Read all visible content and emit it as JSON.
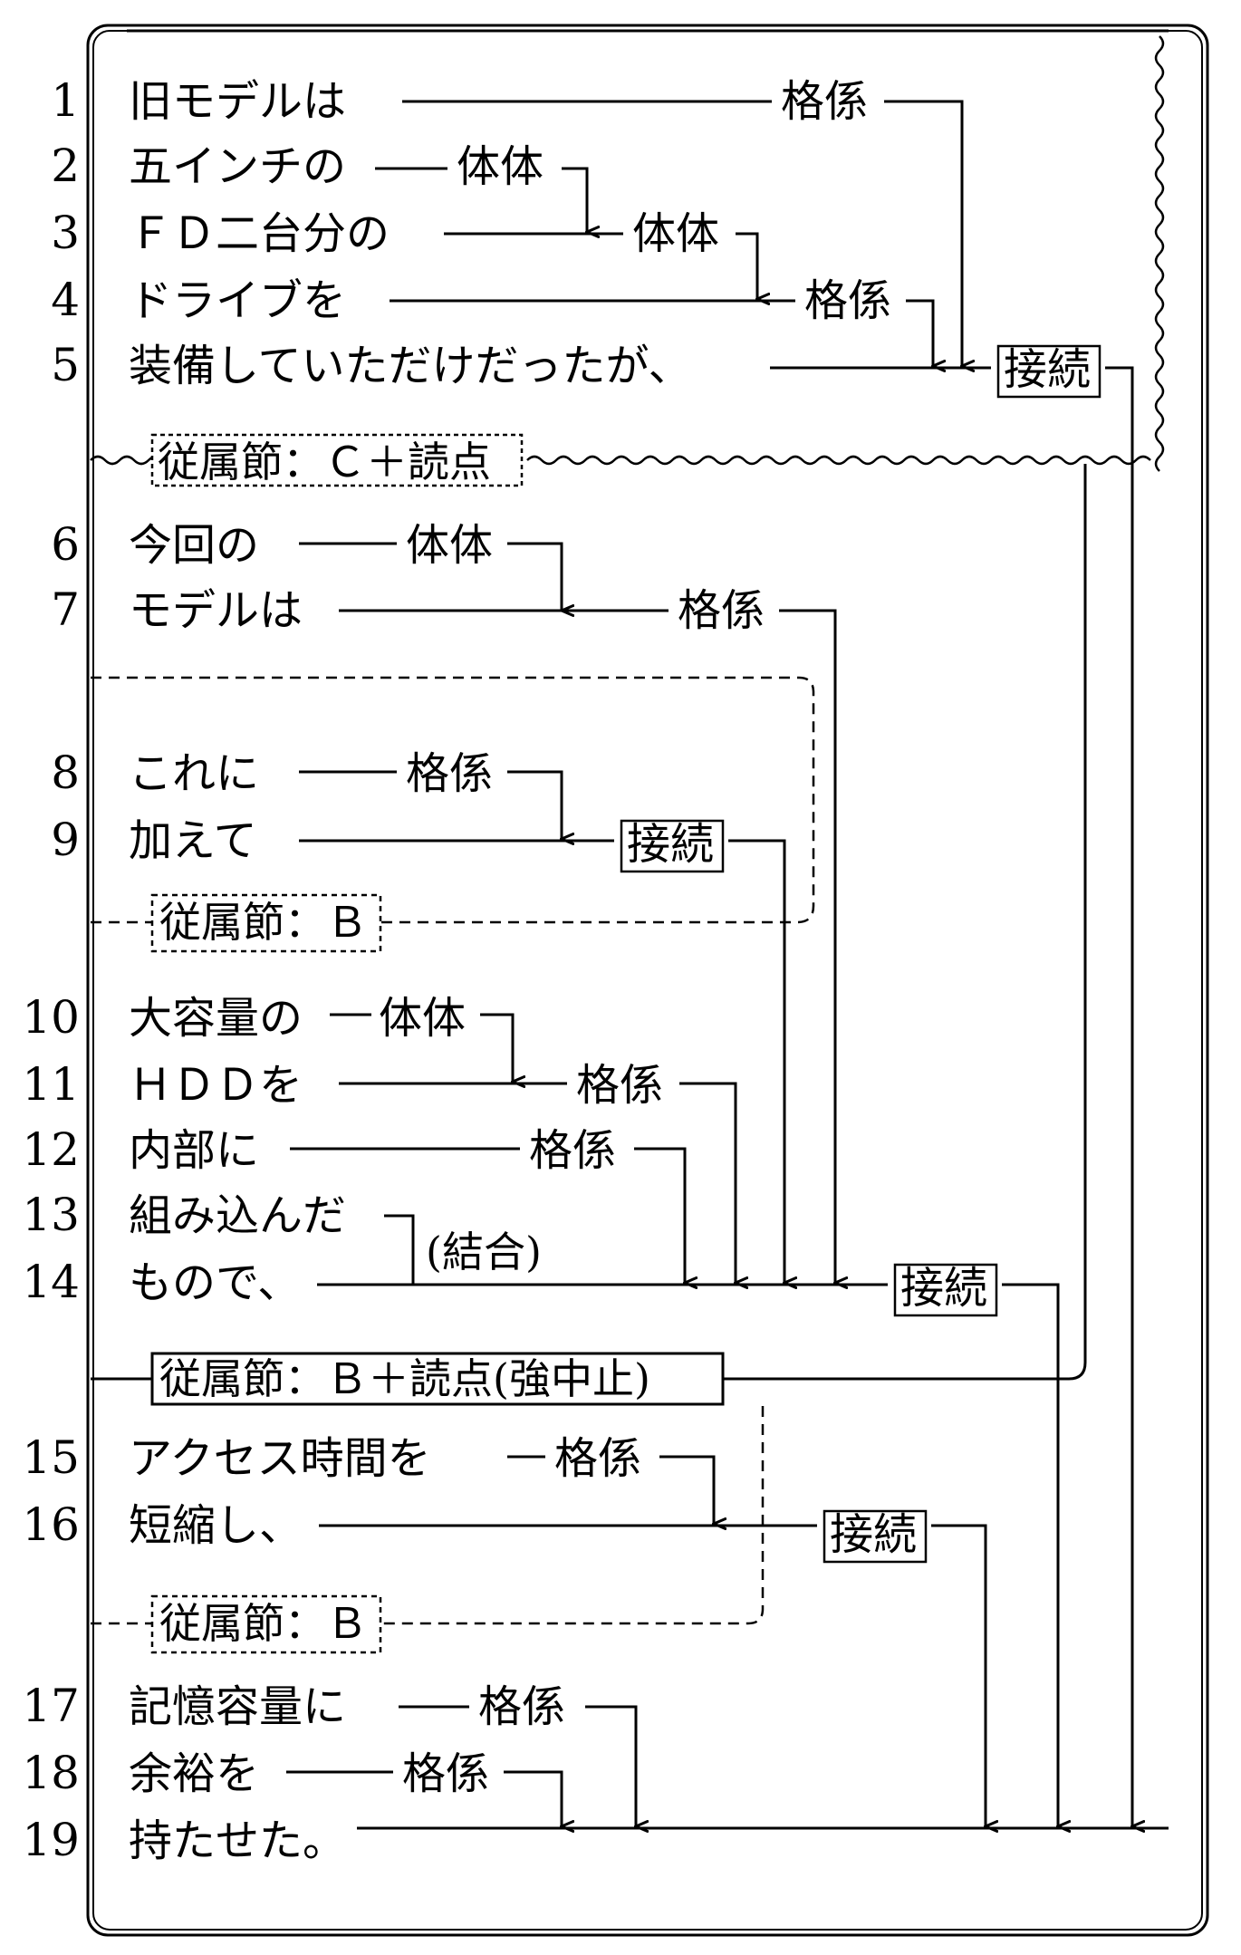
{
  "lines": [
    {
      "num": "1",
      "text": "旧モデルは"
    },
    {
      "num": "2",
      "text": "五インチの"
    },
    {
      "num": "3",
      "text": "ＦＤ二台分の"
    },
    {
      "num": "4",
      "text": "ドライブを"
    },
    {
      "num": "5",
      "text": "装備していただけだったが、"
    },
    {
      "num": "6",
      "text": "今回の"
    },
    {
      "num": "7",
      "text": "モデルは"
    },
    {
      "num": "8",
      "text": "これに"
    },
    {
      "num": "9",
      "text": "加えて"
    },
    {
      "num": "10",
      "text": "大容量の"
    },
    {
      "num": "11",
      "text": "ＨＤＤを"
    },
    {
      "num": "12",
      "text": "内部に"
    },
    {
      "num": "13",
      "text": "組み込んだ"
    },
    {
      "num": "14",
      "text": "もので、"
    },
    {
      "num": "15",
      "text": "アクセス時間を"
    },
    {
      "num": "16",
      "text": "短縮し、"
    },
    {
      "num": "17",
      "text": "記憶容量に"
    },
    {
      "num": "18",
      "text": "余裕を"
    },
    {
      "num": "19",
      "text": "持たせた。"
    }
  ],
  "relations": [
    {
      "line": "1",
      "label": "格係"
    },
    {
      "line": "2",
      "label": "体体"
    },
    {
      "line": "3",
      "label": "体体"
    },
    {
      "line": "4",
      "label": "格係"
    },
    {
      "line": "5",
      "label": "接続",
      "boxed": true
    },
    {
      "line": "6",
      "label": "体体"
    },
    {
      "line": "7",
      "label": "格係"
    },
    {
      "line": "8",
      "label": "格係"
    },
    {
      "line": "9",
      "label": "接続",
      "boxed": true
    },
    {
      "line": "10",
      "label": "体体"
    },
    {
      "line": "11",
      "label": "格係"
    },
    {
      "line": "12",
      "label": "格係"
    },
    {
      "line": "14",
      "label": "接続",
      "boxed": true
    },
    {
      "line": "15",
      "label": "格係"
    },
    {
      "line": "16",
      "label": "接続",
      "boxed": true
    },
    {
      "line": "17",
      "label": "格係"
    },
    {
      "line": "18",
      "label": "格係"
    }
  ],
  "clauses": [
    {
      "label": "従属節：Ｃ＋読点",
      "style": "wavy"
    },
    {
      "label": "従属節：Ｂ",
      "style": "dashed"
    },
    {
      "label": "従属節：Ｂ＋読点(強中止)",
      "style": "solid"
    },
    {
      "label": "従属節：Ｂ",
      "style": "dashed"
    }
  ],
  "join_note": "(結合)"
}
